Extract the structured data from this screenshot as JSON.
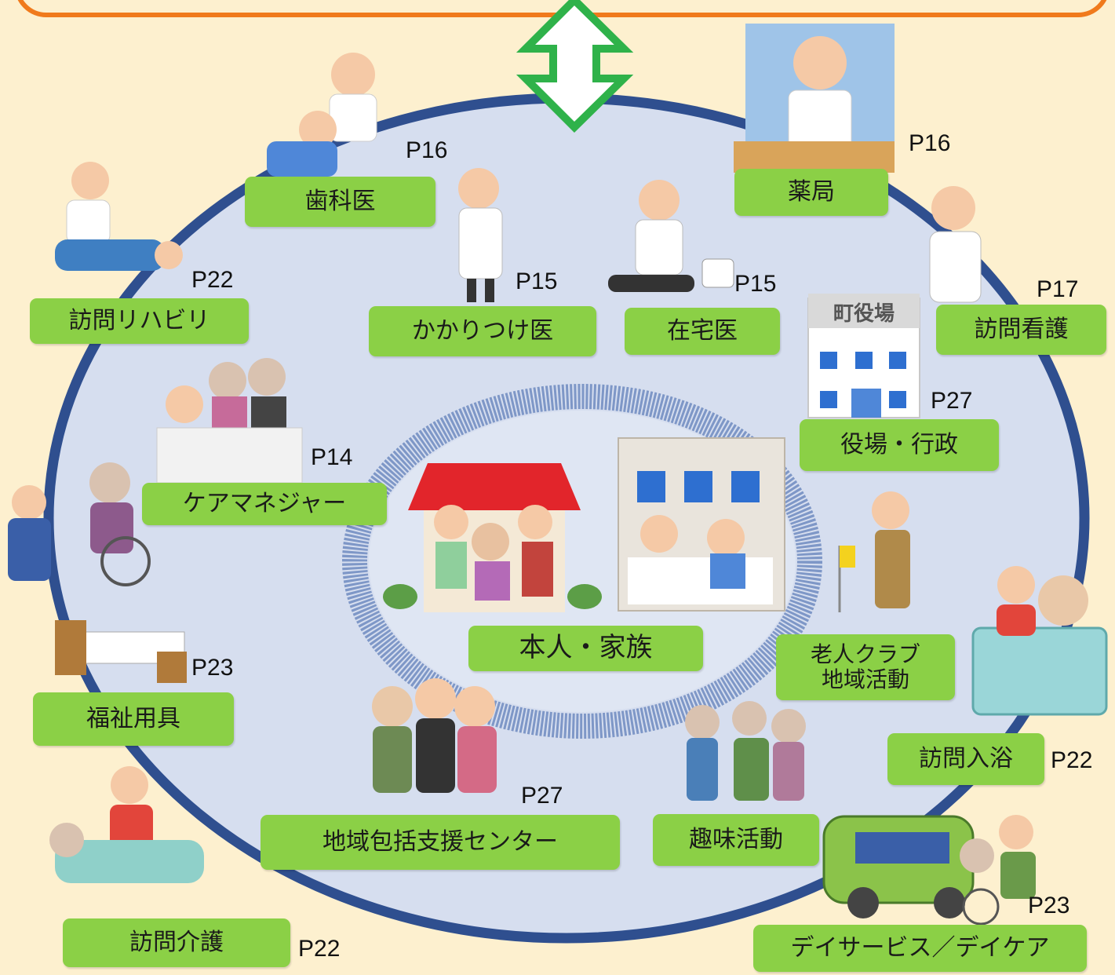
{
  "center": {
    "label": "本人・家族"
  },
  "services": [
    {
      "id": "dentist",
      "label": "歯科医",
      "page": "P16"
    },
    {
      "id": "pharmacy",
      "label": "薬局",
      "page": "P16"
    },
    {
      "id": "home-rehab",
      "label": "訪問リハビリ",
      "page": "P22"
    },
    {
      "id": "family-doctor",
      "label": "かかりつけ医",
      "page": "P15"
    },
    {
      "id": "home-doctor",
      "label": "在宅医",
      "page": "P15"
    },
    {
      "id": "home-nursing",
      "label": "訪問看護",
      "page": "P17"
    },
    {
      "id": "town-office",
      "label": "役場・行政",
      "page": "P27"
    },
    {
      "id": "care-manager",
      "label": "ケアマネジャー",
      "page": "P14"
    },
    {
      "id": "senior-club",
      "label_line1": "老人クラブ",
      "label_line2": "地域活動"
    },
    {
      "id": "welfare-equipment",
      "label": "福祉用具",
      "page": "P23"
    },
    {
      "id": "home-bathing",
      "label": "訪問入浴",
      "page": "P22"
    },
    {
      "id": "support-center",
      "label": "地域包括支援センター",
      "page": "P27"
    },
    {
      "id": "hobby",
      "label": "趣味活動"
    },
    {
      "id": "home-care",
      "label": "訪問介護",
      "page": "P22"
    },
    {
      "id": "day-service",
      "label": "デイサービス／デイケア",
      "page": "P23"
    }
  ],
  "signs": {
    "town_office_sign": "町役場"
  },
  "colors": {
    "background": "#fdf0cf",
    "outer_ring": "#2f4f8f",
    "inner_fill": "#d6deef",
    "label_green": "#8bd046",
    "arrow_green": "#2fb24a",
    "banner_orange": "#f07a1c"
  }
}
